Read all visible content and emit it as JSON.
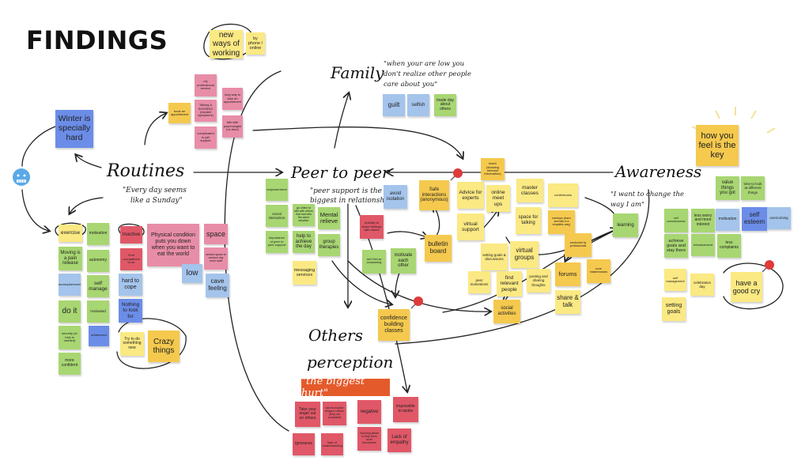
{
  "title": "FINDINGS",
  "headings": {
    "routines": "Routines",
    "peer": "Peer to peer",
    "family": "Family",
    "awareness": "Awareness",
    "others": "Others",
    "perception": "perception"
  },
  "quotes": {
    "routines_1": "\"Every day seems",
    "routines_2": "like a Sunday\"",
    "peer_1": "\"peer support is the",
    "peer_2": "biggest in relationship\"",
    "family_1": "\"when your are low you",
    "family_2": "don't realize other people",
    "family_3": "care about you\"",
    "awareness_1": "\"I want to change the",
    "awareness_2": "way I am\""
  },
  "banner": "\"the biggest hurt\"",
  "colors": {
    "yellow": "#fbe983",
    "gold": "#f5c94e",
    "green": "#a8d672",
    "blue": "#a4c4ec",
    "royal": "#6b8de8",
    "pink": "#e88da8",
    "red": "#e05868",
    "banner": "#e55a2b"
  },
  "notes": {
    "new_ways": "new ways of working",
    "by_phone": "by phone / online",
    "my_prof": "my professional service",
    "talking_sms": "Talking & SHORING (explain symptoms)",
    "long_way": "long way to take an appointment",
    "book": "book an appointment",
    "complicated": "complicated to get support",
    "talk_psych": "talk with psychologist (no time)",
    "winter": "Winter is specially hard",
    "empowerment": "empowerment",
    "social_interaction": "social interaction",
    "importance": "importance of peer to peer support",
    "go_online": "go online to talk with others that had with the same situation",
    "help_achieve": "help to achieve the day",
    "messaging": "messaging services",
    "mental": "Mental relieve",
    "group_ther": "group therapies",
    "avoid_iso": "avoid isolation",
    "safe": "Safe interactions (anonymous)",
    "advice": "Advice for experts",
    "virtual_support": "virtual support",
    "teach": "teach (showing relevant information)",
    "online_meet": "online meet ups",
    "master": "master classes",
    "space_talk": "space for talking",
    "virtual_groups": "virtual groups",
    "setting_goals_disc": "setting goals & discussions",
    "find_people": "find relevant people",
    "posting": "posting and sharing thoughts",
    "peer_motiv": "peer motivations",
    "social_act": "social activities",
    "forums": "forums",
    "share_talk": "share & talk",
    "conferences": "conferences",
    "meetups": "meetups (learn and talk in a empathic way)",
    "conducted": "conducted by professionals",
    "more_master": "more masterclasses",
    "inability": "Inability to share feelings with others",
    "dont_feel": "don't feel as complaining",
    "motivate_each": "motivate each other",
    "bulletin": "bulletin board",
    "confidence": "confidence building classes",
    "guilt": "guilt",
    "selfish": "selfish",
    "made_day": "made day about others",
    "exercise": "exercise",
    "motivation": "motivation",
    "moving_pain": "Moving is a pain release",
    "autonomy": "autonomy",
    "accomplish": "accomplishment",
    "self_manage": "self manage",
    "do_it": "do it",
    "motivated": "motivated",
    "security": "security (to help is needed)",
    "achievement": "achievement",
    "more_conf": "more confident",
    "try": "Try to do something new",
    "crazy": "Crazy things",
    "inactive": "Inactive",
    "find_occ": "Find occupations to do",
    "physical": "Physical condition puts you down when you want to eat the world",
    "hard_cope": "hard to cope",
    "nothing": "Nothing to look for",
    "low": "low",
    "space": "space",
    "seldom": "seldom space to conduct day more swift",
    "cave": "cave feeling",
    "how_feel": "how you feel is the key",
    "value_things": "value things you got",
    "time_look": "time to look at different things",
    "learning": "learning",
    "self_conscious": "self consciousness",
    "less_worry": "less worry and more interest",
    "motivation2": "motivation",
    "self_esteem": "self esteem",
    "overcoming": "overcoming",
    "achieve_goals": "achieve goals and stay there",
    "enhancement": "enhancement",
    "less_complaints": "less complaints",
    "self_mgmt": "self management",
    "celebration": "celebration day",
    "setting_goals": "setting goals",
    "good_cry": "have a good cry",
    "take_anger": "Take your anger out on others",
    "hard_explain": "hard to explain things to others (they not complaint)",
    "negative": "negative",
    "impossible": "impossible to tackle",
    "ignorance": "ignorance",
    "lack_underst": "lack of understanding",
    "touching": "Touching where to help them touch themselves",
    "lack_empathy": "Lack of empathy"
  }
}
